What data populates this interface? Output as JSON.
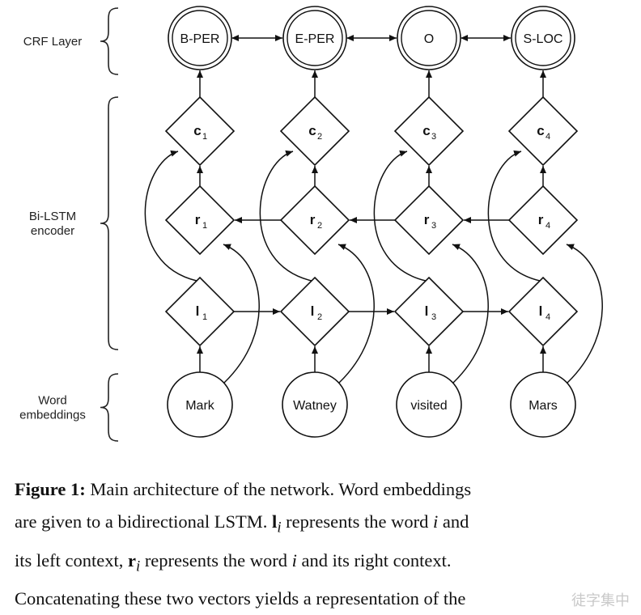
{
  "figure": {
    "braces": [
      {
        "label_lines": [
          "CRF Layer"
        ]
      },
      {
        "label_lines": [
          "Bi-LSTM",
          "encoder"
        ]
      },
      {
        "label_lines": [
          "Word",
          "embeddings"
        ]
      }
    ],
    "crf_tags": [
      "B-PER",
      "E-PER",
      "O",
      "S-LOC"
    ],
    "c_nodes": [
      {
        "base": "c",
        "sub": "1"
      },
      {
        "base": "c",
        "sub": "2"
      },
      {
        "base": "c",
        "sub": "3"
      },
      {
        "base": "c",
        "sub": "4"
      }
    ],
    "r_nodes": [
      {
        "base": "r",
        "sub": "1"
      },
      {
        "base": "r",
        "sub": "2"
      },
      {
        "base": "r",
        "sub": "3"
      },
      {
        "base": "r",
        "sub": "4"
      }
    ],
    "l_nodes": [
      {
        "base": "l",
        "sub": "1"
      },
      {
        "base": "l",
        "sub": "2"
      },
      {
        "base": "l",
        "sub": "3"
      },
      {
        "base": "l",
        "sub": "4"
      }
    ],
    "words": [
      "Mark",
      "Watney",
      "visited",
      "Mars"
    ]
  },
  "caption": {
    "figure_label": "Figure 1:",
    "line1_rest": " Main architecture of the network. Word embeddings",
    "line2_a": "are given to a bidirectional LSTM. ",
    "line2_l": "l",
    "line2_i": "i",
    "line2_b": " represents the word ",
    "line2_i2": "i",
    "line2_c": " and",
    "line3_a": "its left context, ",
    "line3_r": "r",
    "line3_i": "i",
    "line3_b": " represents the word ",
    "line3_i2": "i",
    "line3_c": " and its right context.",
    "line4": "Concatenating these two vectors yields a representation of the"
  },
  "watermark": "徒字集中"
}
